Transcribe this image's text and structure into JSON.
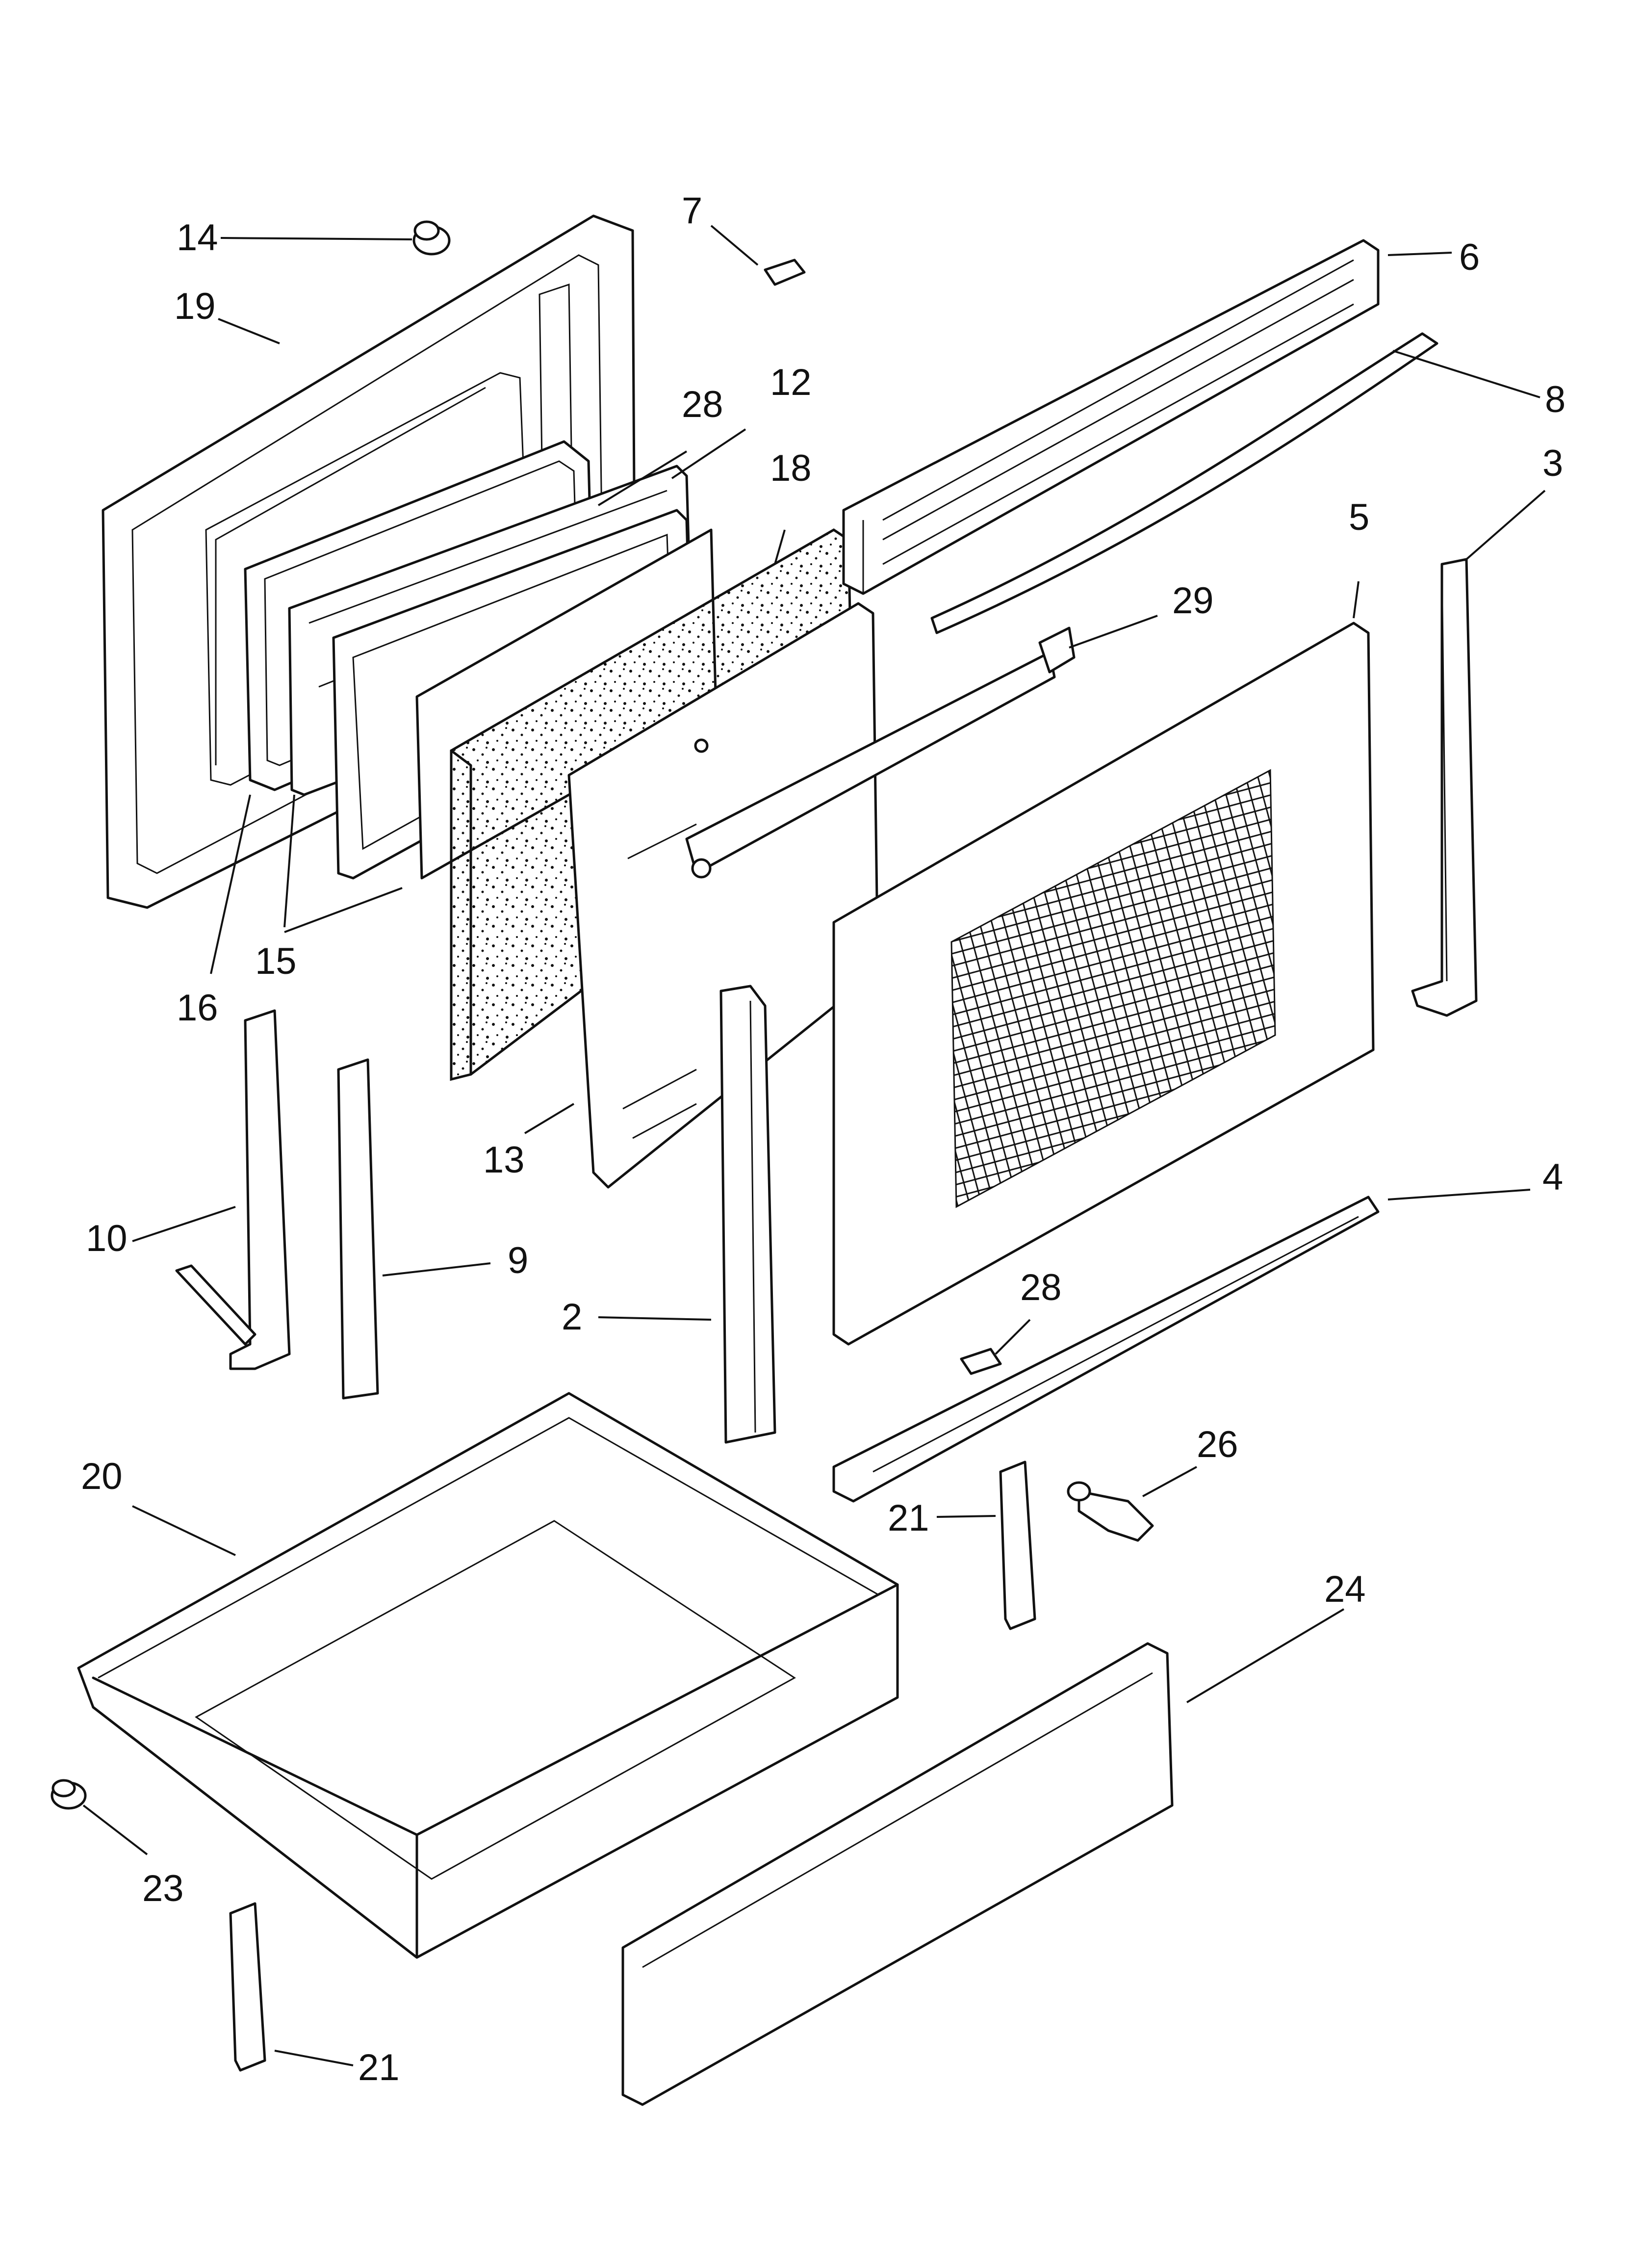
{
  "colors": {
    "line": "#111111",
    "background": "#ffffff"
  },
  "callouts": [
    {
      "key": "c14",
      "text": "14"
    },
    {
      "key": "c19",
      "text": "19"
    },
    {
      "key": "c7",
      "text": "7"
    },
    {
      "key": "c6",
      "text": "6"
    },
    {
      "key": "c28a",
      "text": "28"
    },
    {
      "key": "c12",
      "text": "12"
    },
    {
      "key": "c8",
      "text": "8"
    },
    {
      "key": "c18",
      "text": "18"
    },
    {
      "key": "c3",
      "text": "3"
    },
    {
      "key": "c5",
      "text": "5"
    },
    {
      "key": "c29",
      "text": "29"
    },
    {
      "key": "c15",
      "text": "15"
    },
    {
      "key": "c16",
      "text": "16"
    },
    {
      "key": "c13",
      "text": "13"
    },
    {
      "key": "c10",
      "text": "10"
    },
    {
      "key": "c9",
      "text": "9"
    },
    {
      "key": "c2",
      "text": "2"
    },
    {
      "key": "c4",
      "text": "4"
    },
    {
      "key": "c28b",
      "text": "28"
    },
    {
      "key": "c20",
      "text": "20"
    },
    {
      "key": "c26",
      "text": "26"
    },
    {
      "key": "c21a",
      "text": "21"
    },
    {
      "key": "c24",
      "text": "24"
    },
    {
      "key": "c23",
      "text": "23"
    },
    {
      "key": "c21b",
      "text": "21"
    }
  ]
}
